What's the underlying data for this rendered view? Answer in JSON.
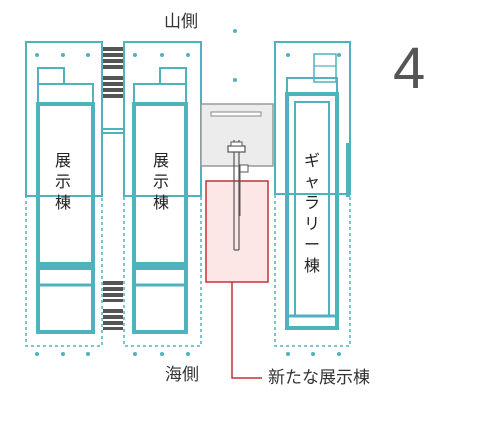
{
  "labels": {
    "mountain_side": "山側",
    "sea_side": "海側",
    "exhibit_hall_1": "展示棟",
    "exhibit_hall_2": "展示棟",
    "gallery_hall": "ギャラリー棟",
    "new_exhibit_hall": "新たな展示棟",
    "sheet_number": "4"
  },
  "colors": {
    "existing_building": "#4fb3be",
    "new_building_fill": "#fde6e6",
    "new_building_stroke": "#c0333a",
    "gray_block_fill": "#ececec",
    "gray_block_stroke": "#9a9a9a",
    "stair": "#555555",
    "text": "#333333"
  }
}
